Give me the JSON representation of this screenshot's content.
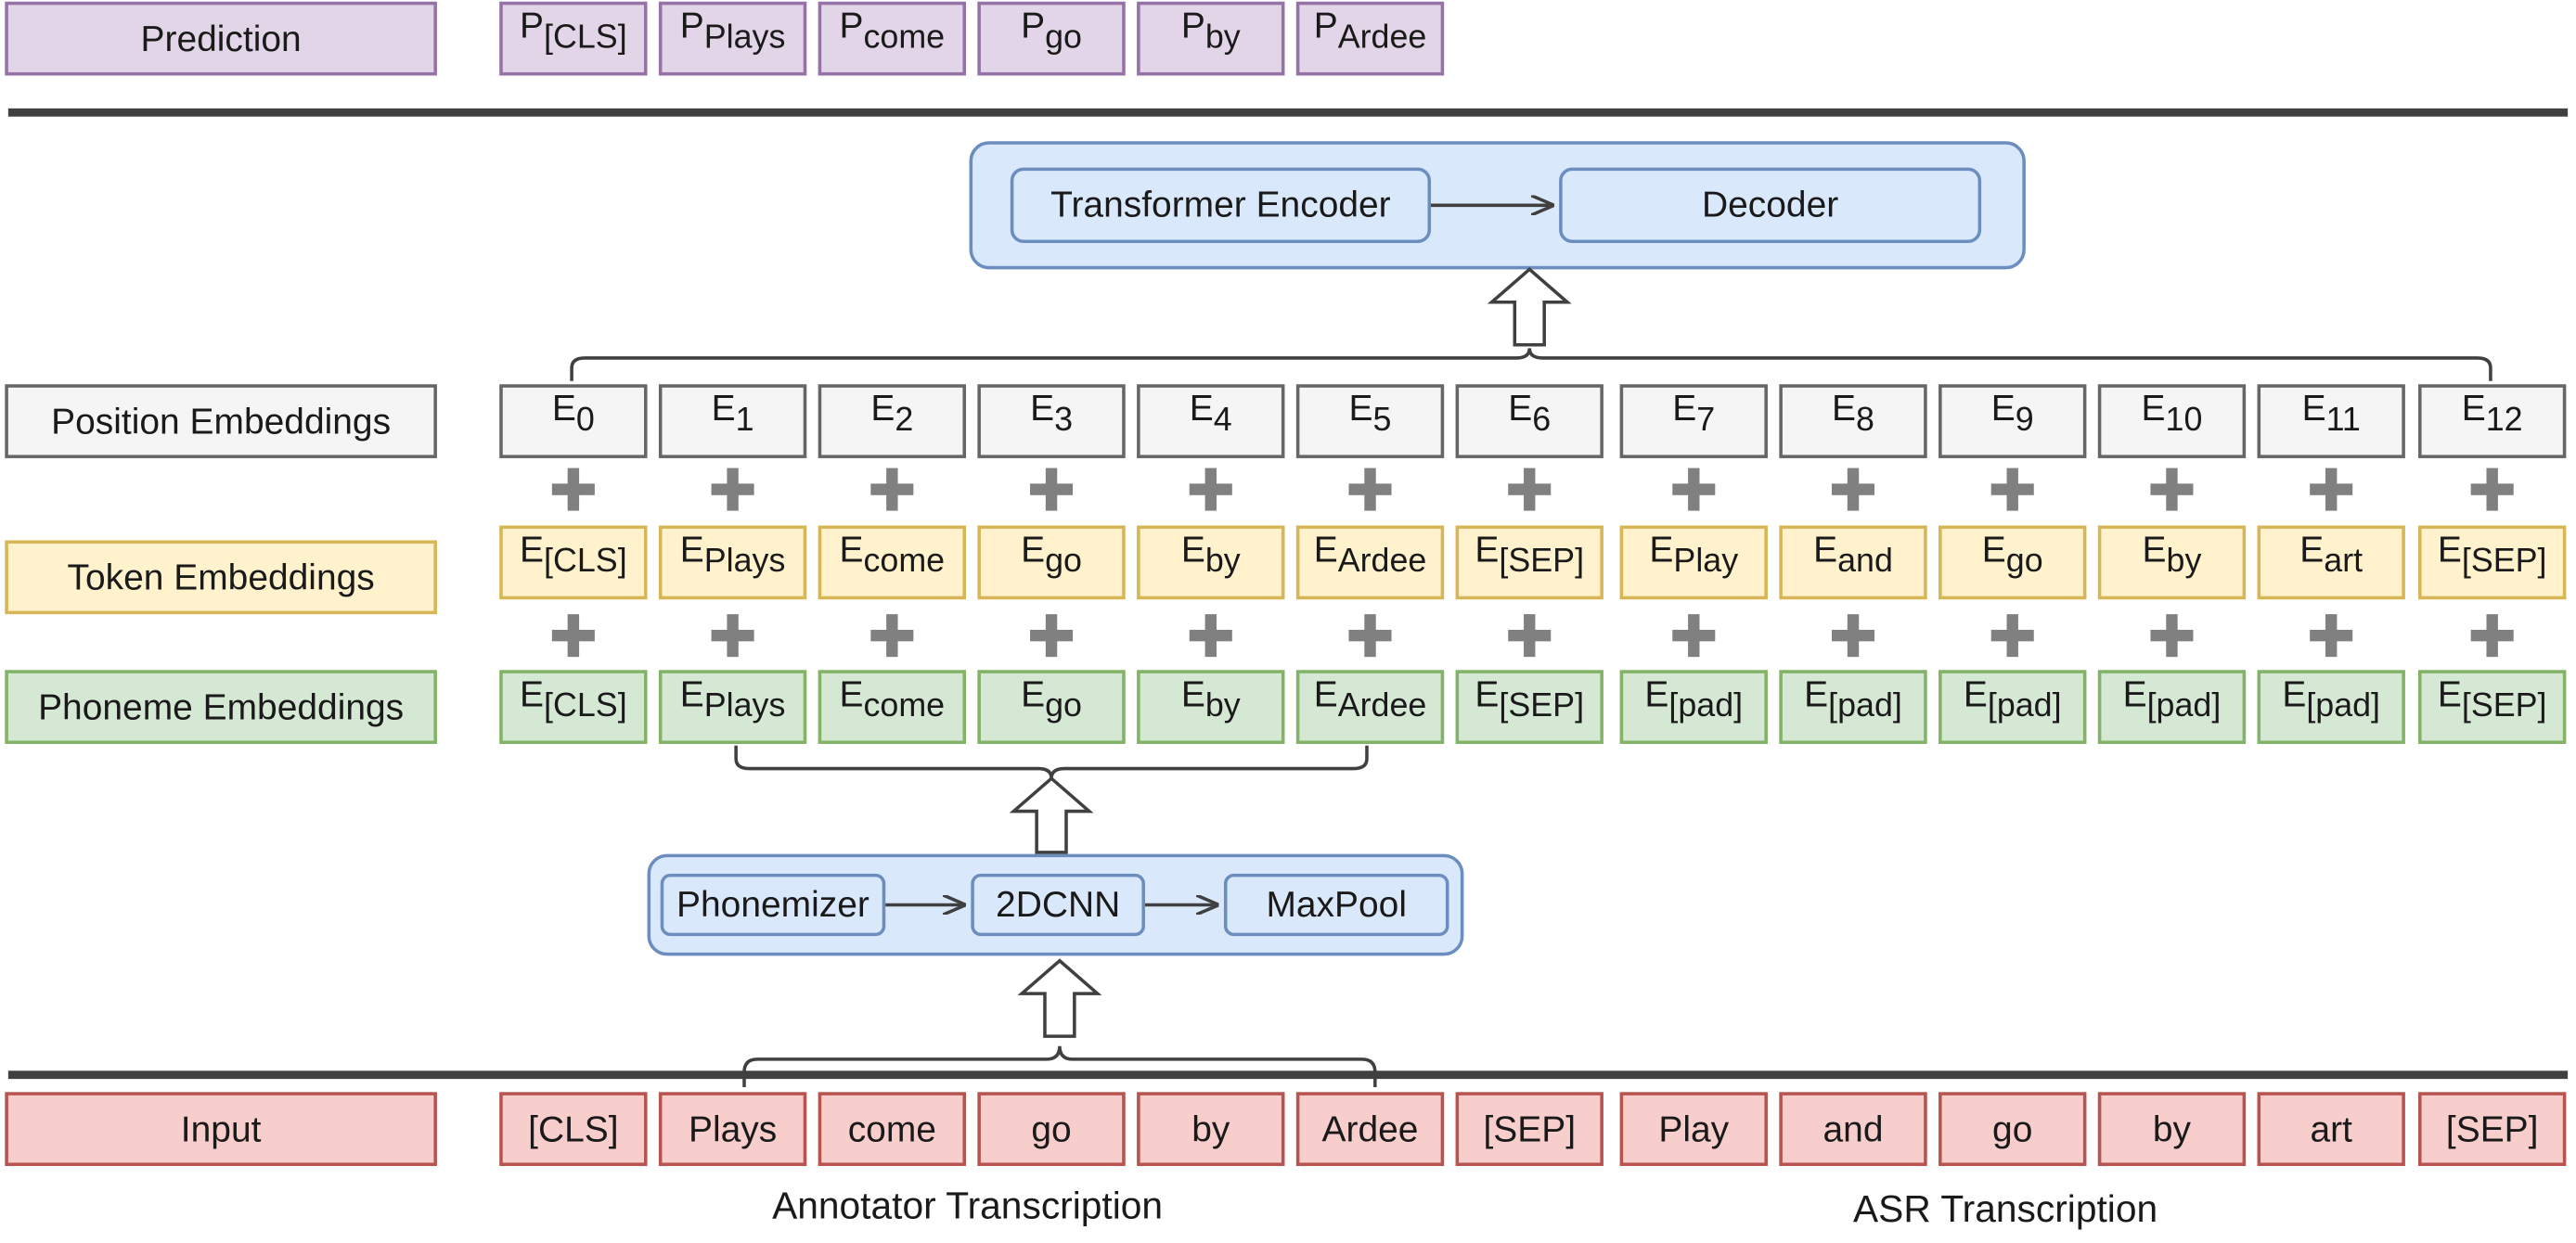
{
  "labels": {
    "prediction": "Prediction",
    "position": "Position Embeddings",
    "token": "Token Embeddings",
    "phoneme": "Phoneme Embeddings",
    "input": "Input"
  },
  "encoder": {
    "transformer": "Transformer Encoder",
    "decoder": "Decoder"
  },
  "phoneme_pipeline": {
    "phonemizer": "Phonemizer",
    "cnn": "2DCNN",
    "pool": "MaxPool"
  },
  "prediction_symbol": "P",
  "embedding_symbol": "E",
  "predictions": [
    "[CLS]",
    "Plays",
    "come",
    "go",
    "by",
    "Ardee"
  ],
  "positions": [
    "0",
    "1",
    "2",
    "3",
    "4",
    "5",
    "6",
    "7",
    "8",
    "9",
    "10",
    "11",
    "12"
  ],
  "tokens": [
    "[CLS]",
    "Plays",
    "come",
    "go",
    "by",
    "Ardee",
    "[SEP]",
    "Play",
    "and",
    "go",
    "by",
    "art",
    "[SEP]"
  ],
  "phonemes": [
    "[CLS]",
    "Plays",
    "come",
    "go",
    "by",
    "Ardee",
    "[SEP]",
    "[pad]",
    "[pad]",
    "[pad]",
    "[pad]",
    "[pad]",
    "[SEP]"
  ],
  "inputs": [
    "[CLS]",
    "Plays",
    "come",
    "go",
    "by",
    "Ardee",
    "[SEP]",
    "Play",
    "and",
    "go",
    "by",
    "art",
    "[SEP]"
  ],
  "captions": {
    "annotator": "Annotator Transcription",
    "asr": "ASR Transcription"
  },
  "colors": {
    "prediction": "#e1d5e7",
    "position": "#f5f5f5",
    "token": "#fff2cc",
    "phoneme": "#d5e8d4",
    "input": "#f8cecc",
    "module": "#dae8fc"
  }
}
